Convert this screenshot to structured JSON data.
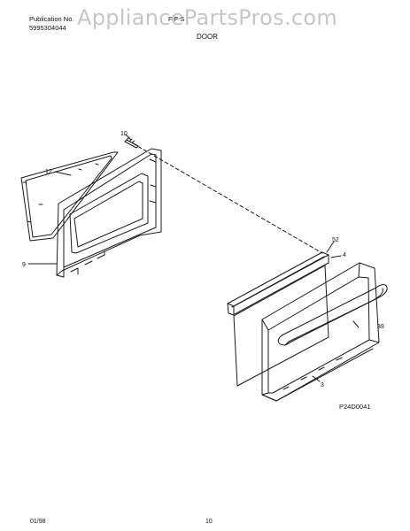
{
  "header": {
    "publication_label": "Publication No.",
    "publication_number": "5995304044",
    "model_code": "F F S",
    "section_title": "DOOR"
  },
  "watermark": "AppliancePartsPros.com",
  "callouts": {
    "screw": "10",
    "gasket": "12",
    "inner_door": "9",
    "trim": "52",
    "outer_frame": "4",
    "handle": "39",
    "bottom_trim": "3"
  },
  "diagram_code": "P24D0041",
  "footer": {
    "date": "01/98",
    "page": "10"
  },
  "colors": {
    "line": "#1a1a1a",
    "watermark": "#969696",
    "background": "#ffffff"
  }
}
